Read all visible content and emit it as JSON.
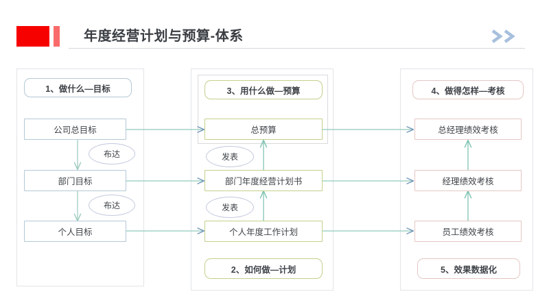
{
  "header": {
    "title": "年度经营计划与预算-体系",
    "brand_color": "#f60000",
    "brand_accent_color": "#f96b6b",
    "chevron_color": "#a8c0dd",
    "chevrons_icon": "double-chevron-right-icon"
  },
  "columns": [
    {
      "key": "goals",
      "accent": "#b3c8d6",
      "heading": "1、做什么—目标",
      "footer": null,
      "nodes": [
        {
          "label": "公司总目标"
        },
        {
          "label": "部门目标"
        },
        {
          "label": "个人目标"
        }
      ],
      "badges": [
        {
          "label": "布达"
        },
        {
          "label": "布达"
        }
      ]
    },
    {
      "key": "budget",
      "accent": "#c2d08a",
      "heading": "3、用什么做—预算",
      "footer": "2、如何做—计划",
      "nodes": [
        {
          "label": "总预算"
        },
        {
          "label": "部门年度经营计划书"
        },
        {
          "label": "个人年度工作计划"
        }
      ],
      "badges": [
        {
          "label": "发表"
        },
        {
          "label": "发表"
        }
      ]
    },
    {
      "key": "assessment",
      "accent": "#e3c7c4",
      "heading": "4、做得怎样—考核",
      "footer": "5、效果数据化",
      "nodes": [
        {
          "label": "总经理绩效考核"
        },
        {
          "label": "经理绩效考核"
        },
        {
          "label": "员工绩效考核"
        }
      ],
      "badges": []
    }
  ],
  "arrow_color": "#7fc3b2",
  "arrowhead_color": "#6f94b8"
}
